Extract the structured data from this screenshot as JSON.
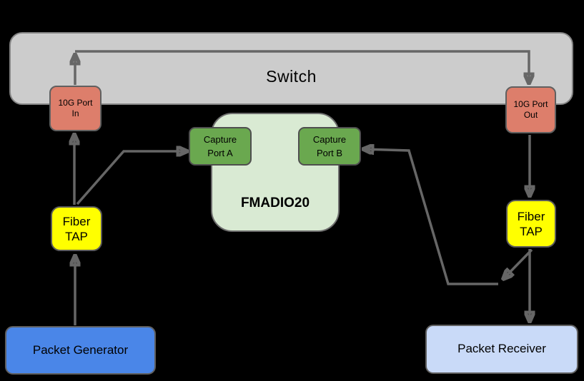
{
  "diagram_title": "",
  "nodes": {
    "switch": {
      "label": "Switch",
      "fill": "#cccccc"
    },
    "port_in": {
      "line1": "10G Port",
      "line2": "In",
      "fill": "#dd7e6b"
    },
    "port_out": {
      "line1": "10G Port",
      "line2": "Out",
      "fill": "#dd7e6b"
    },
    "fmadio": {
      "label": "FMADIO20",
      "fill": "#d9ead3"
    },
    "capture_a": {
      "line1": "Capture",
      "line2": "Port A",
      "fill": "#6aa84f"
    },
    "capture_b": {
      "line1": "Capture",
      "line2": "Port B",
      "fill": "#6aa84f"
    },
    "tap_left": {
      "line1": "Fiber",
      "line2": "TAP",
      "fill": "#ffff00"
    },
    "tap_right": {
      "line1": "Fiber",
      "line2": "TAP",
      "fill": "#ffff00"
    },
    "packet_generator": {
      "label": "Packet Generator",
      "fill": "#4a86e8"
    },
    "packet_receiver": {
      "label": "Packet Receiver",
      "fill": "#c9daf8"
    }
  },
  "edges": [
    {
      "from": "Packet Generator",
      "to": "Fiber TAP (left)"
    },
    {
      "from": "Fiber TAP (left)",
      "to": "10G Port In"
    },
    {
      "from": "Fiber TAP (left)",
      "to": "Capture Port A"
    },
    {
      "from": "10G Port In",
      "to": "10G Port Out",
      "via": "Switch"
    },
    {
      "from": "10G Port Out",
      "to": "Fiber TAP (right)"
    },
    {
      "from": "Fiber TAP (right)",
      "to": "Packet Receiver"
    },
    {
      "from": "Fiber TAP (right)",
      "to": "Capture Port B"
    }
  ],
  "colors": {
    "background": "#000000",
    "arrow": "#666666",
    "switch_fill": "#cccccc",
    "port_fill": "#dd7e6b",
    "capture_fill": "#6aa84f",
    "fmadio_fill": "#d9ead3",
    "tap_fill": "#ffff00",
    "generator_fill": "#4a86e8",
    "receiver_fill": "#c9daf8",
    "text": "#000000"
  }
}
